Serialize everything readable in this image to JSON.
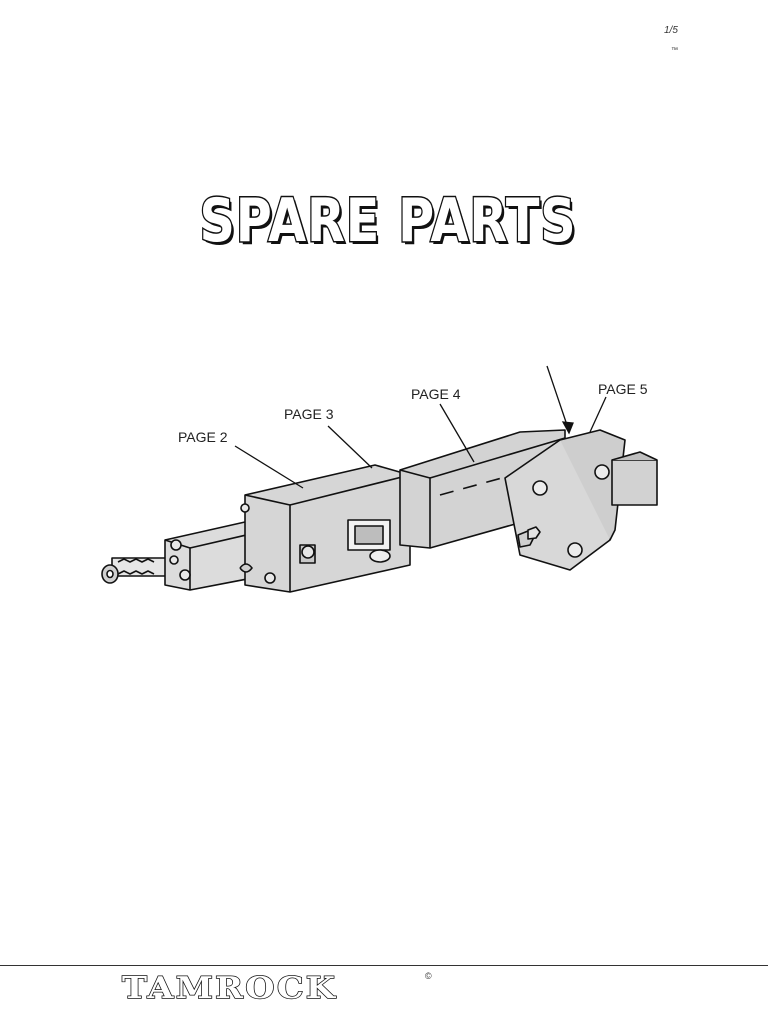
{
  "header": {
    "page_number": "1/5",
    "trademark": "™"
  },
  "title": "SPARE PARTS",
  "illustration": {
    "callouts": [
      "PAGE 2",
      "PAGE 3",
      "PAGE 4",
      "PAGE 5"
    ]
  },
  "footer": {
    "brand": "TAMROCK",
    "copyright": "©"
  }
}
